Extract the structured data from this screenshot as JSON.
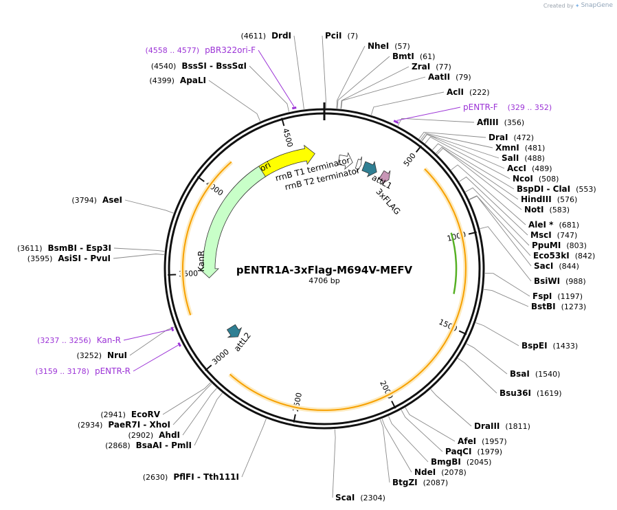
{
  "credit": {
    "prefix": "Created by",
    "brand": "SnapGene"
  },
  "plasmid": {
    "name": "pENTR1A-3xFlag-M694V-MEFV",
    "length_label": "4706 bp",
    "length": 4706
  },
  "tick_labels": [
    "500",
    "1000",
    "1500",
    "2000",
    "2500",
    "3000",
    "3500",
    "4000",
    "4500"
  ],
  "sites": [
    {
      "name": "DrdI",
      "pos": "(4611)",
      "bp": 4611,
      "side": "left"
    },
    {
      "name": "PciI",
      "pos": "(7)",
      "bp": 7,
      "side": "right"
    },
    {
      "name": "NheI",
      "pos": "(57)",
      "bp": 57,
      "side": "right"
    },
    {
      "name": "BmtI",
      "pos": "(61)",
      "bp": 61,
      "side": "right"
    },
    {
      "name": "ZraI",
      "pos": "(77)",
      "bp": 77,
      "side": "right"
    },
    {
      "name": "AatII",
      "pos": "(79)",
      "bp": 79,
      "side": "right"
    },
    {
      "name": "AclI",
      "pos": "(222)",
      "bp": 222,
      "side": "right"
    },
    {
      "name": "AflIII",
      "pos": "(356)",
      "bp": 356,
      "side": "right"
    },
    {
      "name": "DraI",
      "pos": "(472)",
      "bp": 472,
      "side": "right"
    },
    {
      "name": "XmnI",
      "pos": "(481)",
      "bp": 481,
      "side": "right"
    },
    {
      "name": "SalI",
      "pos": "(488)",
      "bp": 488,
      "side": "right"
    },
    {
      "name": "AccI",
      "pos": "(489)",
      "bp": 489,
      "side": "right"
    },
    {
      "name": "NcoI",
      "pos": "(508)",
      "bp": 508,
      "side": "right"
    },
    {
      "name": "BspDI - ClaI",
      "pos": "(553)",
      "bp": 553,
      "side": "right"
    },
    {
      "name": "HindIII",
      "pos": "(576)",
      "bp": 576,
      "side": "right"
    },
    {
      "name": "NotI",
      "pos": "(583)",
      "bp": 583,
      "side": "right"
    },
    {
      "name": "AleI *",
      "pos": "(681)",
      "bp": 681,
      "side": "right"
    },
    {
      "name": "MscI",
      "pos": "(747)",
      "bp": 747,
      "side": "right"
    },
    {
      "name": "PpuMI",
      "pos": "(803)",
      "bp": 803,
      "side": "right"
    },
    {
      "name": "Eco53kI",
      "pos": "(842)",
      "bp": 842,
      "side": "right"
    },
    {
      "name": "SacI",
      "pos": "(844)",
      "bp": 844,
      "side": "right"
    },
    {
      "name": "BsiWI",
      "pos": "(988)",
      "bp": 988,
      "side": "right"
    },
    {
      "name": "FspI",
      "pos": "(1197)",
      "bp": 1197,
      "side": "right"
    },
    {
      "name": "BstBI",
      "pos": "(1273)",
      "bp": 1273,
      "side": "right"
    },
    {
      "name": "BspEI",
      "pos": "(1433)",
      "bp": 1433,
      "side": "right"
    },
    {
      "name": "BsaI",
      "pos": "(1540)",
      "bp": 1540,
      "side": "right"
    },
    {
      "name": "Bsu36I",
      "pos": "(1619)",
      "bp": 1619,
      "side": "right"
    },
    {
      "name": "DraIII",
      "pos": "(1811)",
      "bp": 1811,
      "side": "right"
    },
    {
      "name": "AfeI",
      "pos": "(1957)",
      "bp": 1957,
      "side": "right"
    },
    {
      "name": "PaqCI",
      "pos": "(1979)",
      "bp": 1979,
      "side": "right"
    },
    {
      "name": "BmgBI",
      "pos": "(2045)",
      "bp": 2045,
      "side": "right"
    },
    {
      "name": "NdeI",
      "pos": "(2078)",
      "bp": 2078,
      "side": "right"
    },
    {
      "name": "BtgZI",
      "pos": "(2087)",
      "bp": 2087,
      "side": "right"
    },
    {
      "name": "ScaI",
      "pos": "(2304)",
      "bp": 2304,
      "side": "right"
    },
    {
      "name": "PflFI - Tth111I",
      "pos": "(2630)",
      "bp": 2630,
      "side": "left"
    },
    {
      "name": "BsaAI - PmlI",
      "pos": "(2868)",
      "bp": 2868,
      "side": "left"
    },
    {
      "name": "AhdI",
      "pos": "(2902)",
      "bp": 2902,
      "side": "left"
    },
    {
      "name": "PaeR7I - XhoI",
      "pos": "(2934)",
      "bp": 2934,
      "side": "left"
    },
    {
      "name": "EcoRV",
      "pos": "(2941)",
      "bp": 2941,
      "side": "left"
    },
    {
      "name": "NruI",
      "pos": "(3252)",
      "bp": 3252,
      "side": "left"
    },
    {
      "name": "AsiSI - PvuI",
      "pos": "(3595)",
      "bp": 3595,
      "side": "left"
    },
    {
      "name": "BsmBI - Esp3I",
      "pos": "(3611)",
      "bp": 3611,
      "side": "left"
    },
    {
      "name": "AseI",
      "pos": "(3794)",
      "bp": 3794,
      "side": "left"
    },
    {
      "name": "ApaLI",
      "pos": "(4399)",
      "bp": 4399,
      "side": "left"
    },
    {
      "name": "BssSI - BssSαI",
      "pos": "(4540)",
      "bp": 4540,
      "side": "left"
    }
  ],
  "primers": [
    {
      "name": "pBR322ori-F",
      "range": "(4558 .. 4577)",
      "start": 4558,
      "end": 4577,
      "side": "left"
    },
    {
      "name": "pENTR-F",
      "range": "(329 .. 352)",
      "start": 329,
      "end": 352,
      "side": "right"
    },
    {
      "name": "Kan-R",
      "range": "(3237 .. 3256)",
      "start": 3237,
      "end": 3256,
      "side": "left"
    },
    {
      "name": "pENTR-R",
      "range": "(3159 .. 3178)",
      "start": 3159,
      "end": 3178,
      "side": "left"
    }
  ],
  "features": [
    {
      "name": "ori",
      "start": 4055,
      "end": 4645,
      "color": "#ffff00",
      "dir": 1
    },
    {
      "name": "rrnB T1 terminator",
      "start": 100,
      "end": 195,
      "color": "#ffffff",
      "dir": 1
    },
    {
      "name": "rrnB T2 terminator",
      "start": 225,
      "end": 255,
      "color": "#ffffff",
      "dir": 1
    },
    {
      "name": "attL1",
      "start": 275,
      "end": 372,
      "color": "#2f7f93",
      "dir": 1
    },
    {
      "name": "3xFLAG",
      "start": 410,
      "end": 470,
      "color": "#c896b6",
      "dir": 1
    },
    {
      "name": "KanR",
      "start": 3470,
      "end": 4280,
      "color": "#c8ffc8",
      "dir": -1
    },
    {
      "name": "attL2",
      "start": 3030,
      "end": 3110,
      "color": "#2f7f93",
      "dir": -1
    }
  ],
  "colors": {
    "orf": "#f7a000",
    "orf_glow": "#fdebc0",
    "green_arc": "#56b024",
    "primer": "#9b32d6"
  }
}
